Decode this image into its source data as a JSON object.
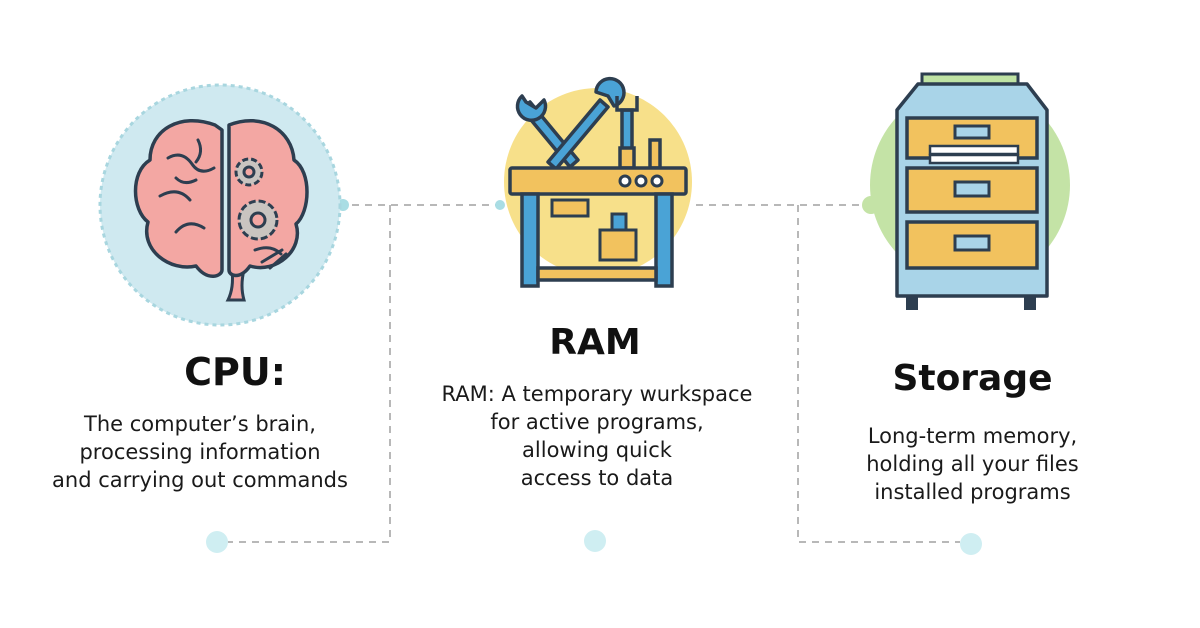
{
  "columns": {
    "cpu": {
      "icon": "brain-gears-icon",
      "title": "CPU:",
      "desc_lines": [
        "The computer’s brain,",
        "processing information",
        "and carrying out commands"
      ]
    },
    "ram": {
      "icon": "workbench-tools-icon",
      "title": "RAM",
      "desc_lines": [
        "RAM: A temporary wurkspace",
        "for active programs,",
        "allowing quick",
        "access to data"
      ]
    },
    "storage": {
      "icon": "file-cabinet-icon",
      "title": "Storage",
      "desc_lines": [
        "Long-term memory,",
        "holding all your files",
        "installed programs"
      ]
    }
  },
  "colors": {
    "cpu_circle": "#cfe9f0",
    "ram_circle": "#f7e08a",
    "storage_circle": "#c4e3a6",
    "connector": "#b8b8b8",
    "node": "#a9dde4",
    "brain": "#f3a7a3",
    "cabinet_body": "#a9d4e8",
    "drawer": "#f2c25e",
    "bench_top": "#f2c25e",
    "tool": "#4aa3d6",
    "outline": "#2d3e50"
  }
}
